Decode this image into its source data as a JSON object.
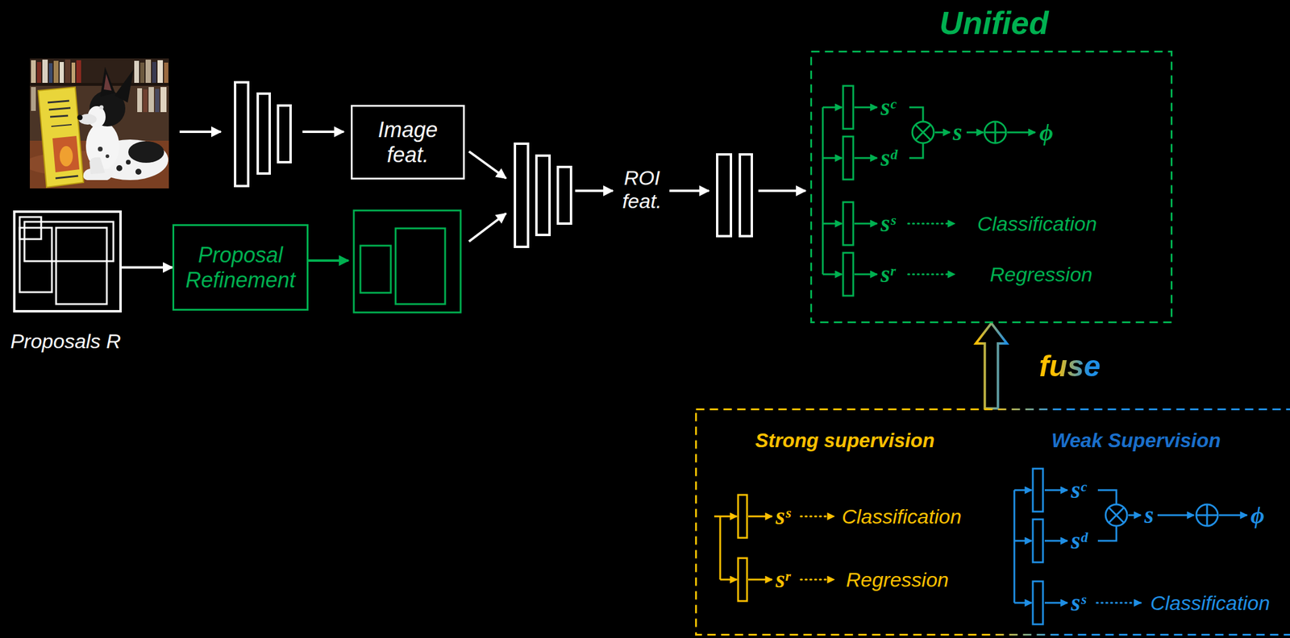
{
  "diagram": {
    "nodes": [
      {
        "text": [
          "Image feat."
        ]
      },
      {
        "text": [
          "Proposals R"
        ]
      },
      {
        "text": [
          "Proposal Refinement"
        ]
      },
      {
        "text": [
          "Unified"
        ]
      },
      {
        "text": [
          "Strong supervision",
          "Weak Supervision"
        ]
      }
    ],
    "edges": [
      {
        "from": 1,
        "to": 2,
        "arrow": "to"
      },
      {
        "from": 4,
        "to": 3,
        "arrow": "to",
        "label": "fuse"
      }
    ],
    "labels": [
      "ROI feat.",
      "sᶜ",
      "sᵈ",
      "s",
      "ϕ",
      "sˢ",
      "Classification",
      "sʳ",
      "Regression",
      "sˢ",
      "Classification",
      "sʳ",
      "Regression",
      "sᶜ",
      "sᵈ",
      "s",
      "ϕ",
      "sˢ",
      "Classification"
    ]
  }
}
